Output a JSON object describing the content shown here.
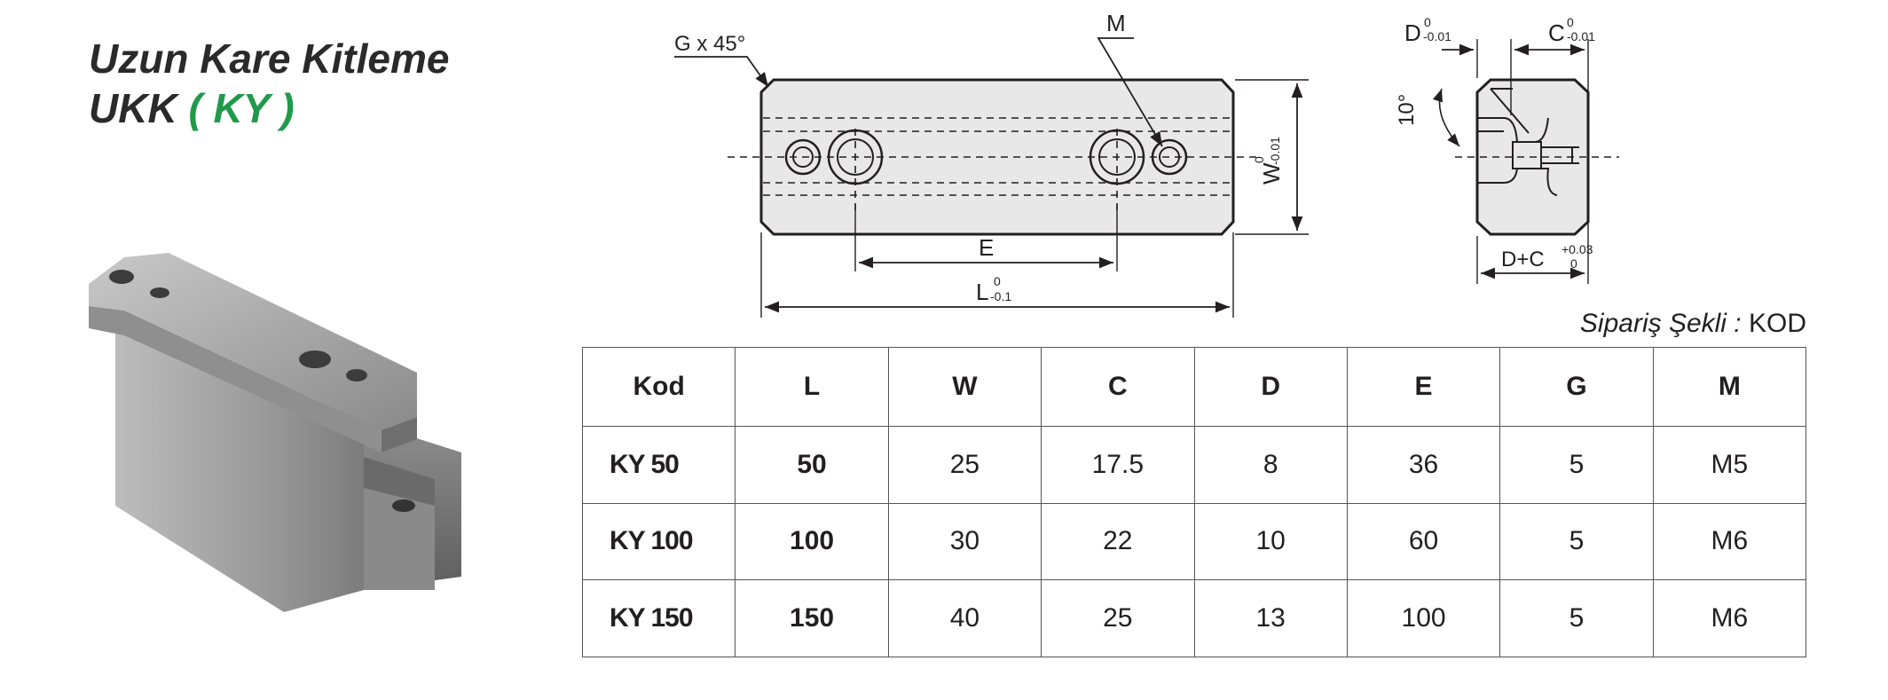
{
  "header": {
    "title_line1": "Uzun Kare Kitleme",
    "title_line2_prefix": "UKK",
    "title_line2_code": "( KY )"
  },
  "drawing": {
    "chamfer_label": "G x 45°",
    "thread_label": "M",
    "e_label": "E",
    "l_label": "L",
    "l_tol_top": "0",
    "l_tol_bottom": "-0.1",
    "w_label": "W",
    "w_tol_top": "0",
    "w_tol_bottom": "-0.01",
    "d_label": "D",
    "d_tol_top": "0",
    "d_tol_bottom": "-0.01",
    "c_label": "C",
    "c_tol_top": "0",
    "c_tol_bottom": "-0.01",
    "angle_label": "10°",
    "dc_label": "D+C",
    "dc_tol_top": "+0.03",
    "dc_tol_bottom": "0"
  },
  "order": {
    "label": "Sipariş Şekli :",
    "value": "KOD"
  },
  "table": {
    "columns": [
      "Kod",
      "L",
      "W",
      "C",
      "D",
      "E",
      "G",
      "M"
    ],
    "rows": [
      [
        "KY 50",
        "50",
        "25",
        "17.5",
        "8",
        "36",
        "5",
        "M5"
      ],
      [
        "KY 100",
        "100",
        "30",
        "22",
        "10",
        "60",
        "5",
        "M6"
      ],
      [
        "KY 150",
        "150",
        "40",
        "25",
        "13",
        "100",
        "5",
        "M6"
      ]
    ]
  }
}
